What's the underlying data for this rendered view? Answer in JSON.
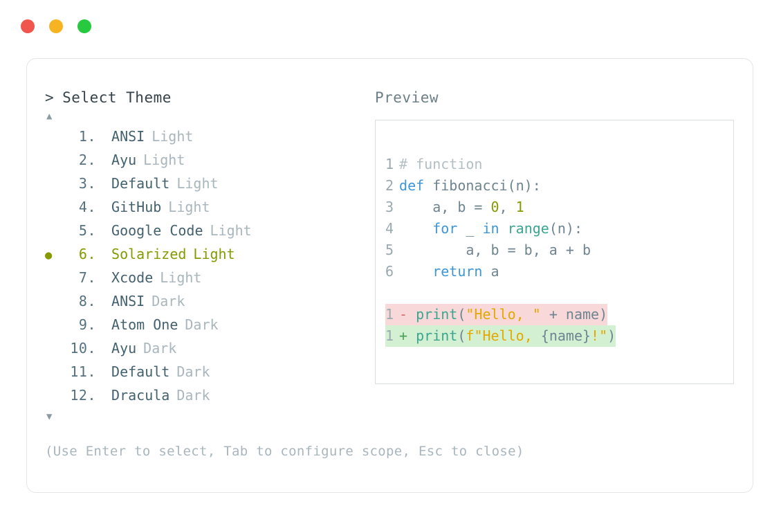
{
  "window": {
    "dots": [
      {
        "name": "close",
        "color": "#f0554e"
      },
      {
        "name": "minimize",
        "color": "#f6b423"
      },
      {
        "name": "maximize",
        "color": "#27c93f"
      }
    ]
  },
  "selector": {
    "caret": ">",
    "title": "Select Theme",
    "scroll_up_glyph": "▲",
    "scroll_down_glyph": "▼",
    "bullet_glyph": "●",
    "selected_index": 6,
    "selected_color": "#869a00",
    "items": [
      {
        "num": "1.",
        "name": "ANSI",
        "variant": "Light",
        "selected": false
      },
      {
        "num": "2.",
        "name": "Ayu",
        "variant": "Light",
        "selected": false
      },
      {
        "num": "3.",
        "name": "Default",
        "variant": "Light",
        "selected": false
      },
      {
        "num": "4.",
        "name": "GitHub",
        "variant": "Light",
        "selected": false
      },
      {
        "num": "5.",
        "name": "Google Code",
        "variant": "Light",
        "selected": false
      },
      {
        "num": "6.",
        "name": "Solarized",
        "variant": "Light",
        "selected": true
      },
      {
        "num": "7.",
        "name": "Xcode",
        "variant": "Light",
        "selected": false
      },
      {
        "num": "8.",
        "name": "ANSI",
        "variant": "Dark",
        "selected": false
      },
      {
        "num": "9.",
        "name": "Atom One",
        "variant": "Dark",
        "selected": false
      },
      {
        "num": "10.",
        "name": "Ayu",
        "variant": "Dark",
        "selected": false
      },
      {
        "num": "11.",
        "name": "Default",
        "variant": "Dark",
        "selected": false
      },
      {
        "num": "12.",
        "name": "Dracula",
        "variant": "Dark",
        "selected": false
      }
    ]
  },
  "preview": {
    "label": "Preview",
    "code_lines": [
      {
        "ln": "1",
        "tokens": [
          {
            "t": "# function",
            "c": "comment"
          }
        ]
      },
      {
        "ln": "2",
        "tokens": [
          {
            "t": "def",
            "c": "kw"
          },
          {
            "t": " fibonacci(n):",
            "c": "plain"
          }
        ]
      },
      {
        "ln": "3",
        "tokens": [
          {
            "t": "    a, b = ",
            "c": "plain"
          },
          {
            "t": "0",
            "c": "num"
          },
          {
            "t": ", ",
            "c": "plain"
          },
          {
            "t": "1",
            "c": "num"
          }
        ]
      },
      {
        "ln": "4",
        "tokens": [
          {
            "t": "    ",
            "c": "plain"
          },
          {
            "t": "for",
            "c": "kw"
          },
          {
            "t": " _ ",
            "c": "plain"
          },
          {
            "t": "in",
            "c": "kw"
          },
          {
            "t": " ",
            "c": "plain"
          },
          {
            "t": "range",
            "c": "fn"
          },
          {
            "t": "(n):",
            "c": "plain"
          }
        ]
      },
      {
        "ln": "5",
        "tokens": [
          {
            "t": "        a, b = b, a + b",
            "c": "plain"
          }
        ]
      },
      {
        "ln": "6",
        "tokens": [
          {
            "t": "    ",
            "c": "plain"
          },
          {
            "t": "return",
            "c": "kw"
          },
          {
            "t": " a",
            "c": "plain"
          }
        ]
      }
    ],
    "diff_lines": [
      {
        "kind": "del",
        "ln": "1",
        "mark": "-",
        "bg": "#f8d8d8",
        "tokens": [
          {
            "t": "print",
            "c": "fn"
          },
          {
            "t": "(",
            "c": "plain"
          },
          {
            "t": "\"Hello, \"",
            "c": "str"
          },
          {
            "t": " + name)",
            "c": "plain"
          }
        ]
      },
      {
        "kind": "add",
        "ln": "1",
        "mark": "+",
        "bg": "#d4f0d2",
        "tokens": [
          {
            "t": "print",
            "c": "fn"
          },
          {
            "t": "(",
            "c": "plain"
          },
          {
            "t": "f\"Hello, ",
            "c": "str"
          },
          {
            "t": "{name}",
            "c": "plain"
          },
          {
            "t": "!\"",
            "c": "str"
          },
          {
            "t": ")",
            "c": "plain"
          }
        ]
      }
    ]
  },
  "hint": "(Use Enter to select, Tab to configure scope, Esc to close)"
}
